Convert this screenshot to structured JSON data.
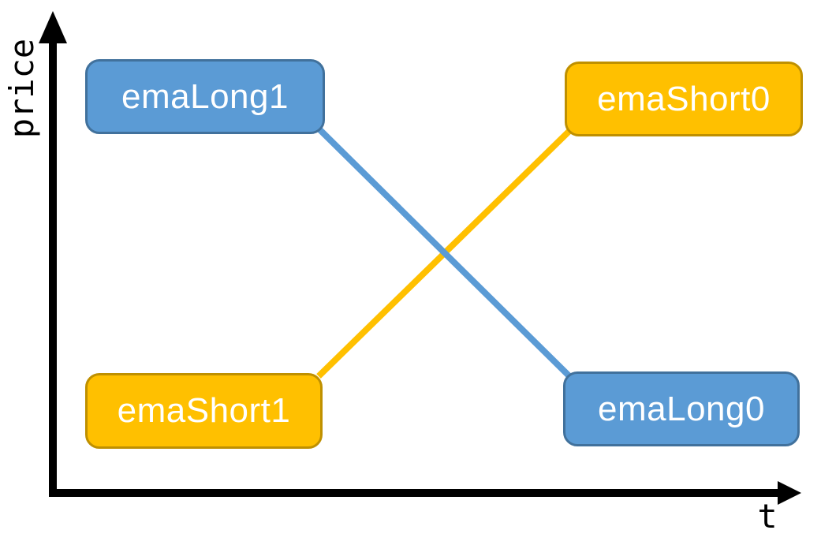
{
  "colors": {
    "blue_fill": "#5B9BD5",
    "blue_border": "#41719C",
    "orange_fill": "#FFC000",
    "orange_border": "#BF9000",
    "axis": "#000000",
    "label_text": "#FFFFFF"
  },
  "axes": {
    "y_label": "price",
    "x_label": "t"
  },
  "nodes": {
    "ema_long_1": {
      "label": "emaLong1",
      "color": "#5B9BD5",
      "position": "top-left"
    },
    "ema_short_0": {
      "label": "emaShort0",
      "color": "#FFC000",
      "position": "top-right"
    },
    "ema_short_1": {
      "label": "emaShort1",
      "color": "#FFC000",
      "position": "bottom-left"
    },
    "ema_long_0": {
      "label": "emaLong0",
      "color": "#5B9BD5",
      "position": "bottom-right"
    }
  },
  "edges": [
    {
      "name": "ema-long-line",
      "from": "emaLong1",
      "to": "emaLong0",
      "color": "#5B9BD5",
      "direction": "falling"
    },
    {
      "name": "ema-short-line",
      "from": "emaShort1",
      "to": "emaShort0",
      "color": "#FFC000",
      "direction": "rising"
    }
  ]
}
